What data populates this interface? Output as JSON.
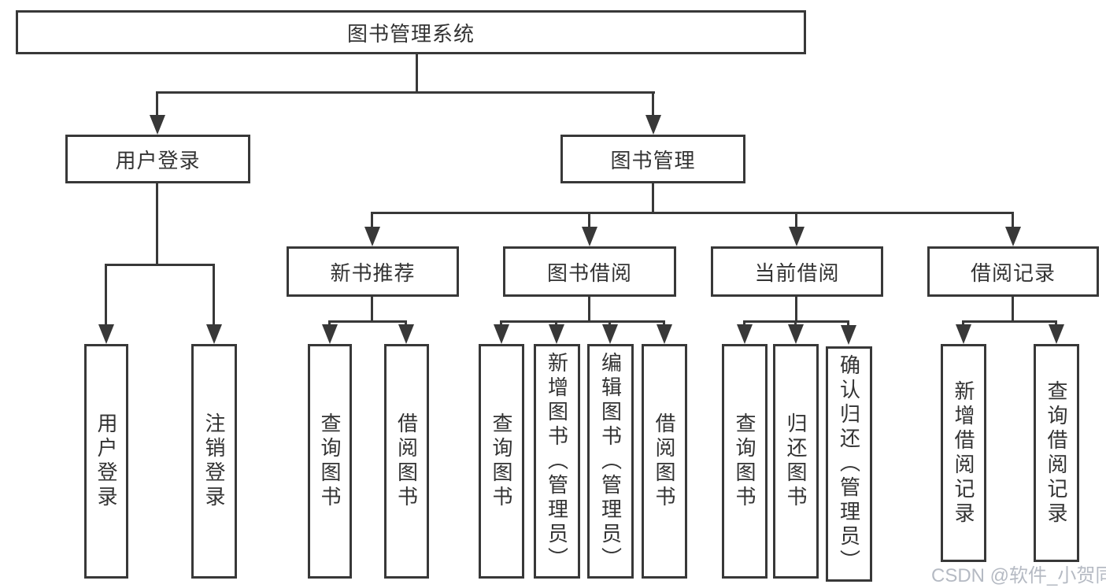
{
  "diagram_title": "图书管理系统",
  "watermark": "CSDN @软件_小贺同学",
  "colors": {
    "background": "#ffffff",
    "line": "#383838",
    "box_border": "#383838",
    "text": "#333333",
    "watermark": "#a8aeb9"
  },
  "nodes": {
    "root": "图书管理系统",
    "user_login": "用户登录",
    "book_management": "图书管理",
    "new_book_recommend": "新书推荐",
    "book_borrow": "图书借阅",
    "current_borrow": "当前借阅",
    "borrow_record": "借阅记录",
    "login_children": [
      "用户登录",
      "注销登录"
    ],
    "recommend_children": [
      "查询图书",
      "借阅图书"
    ],
    "borrow_children": [
      "查询图书",
      "新增图书（管理员）",
      "编辑图书（管理员）",
      "借阅图书"
    ],
    "current_children": [
      "查询图书",
      "归还图书",
      "确认归还（管理员）"
    ],
    "record_children": [
      "新增借阅记录",
      "查询借阅记录"
    ]
  }
}
